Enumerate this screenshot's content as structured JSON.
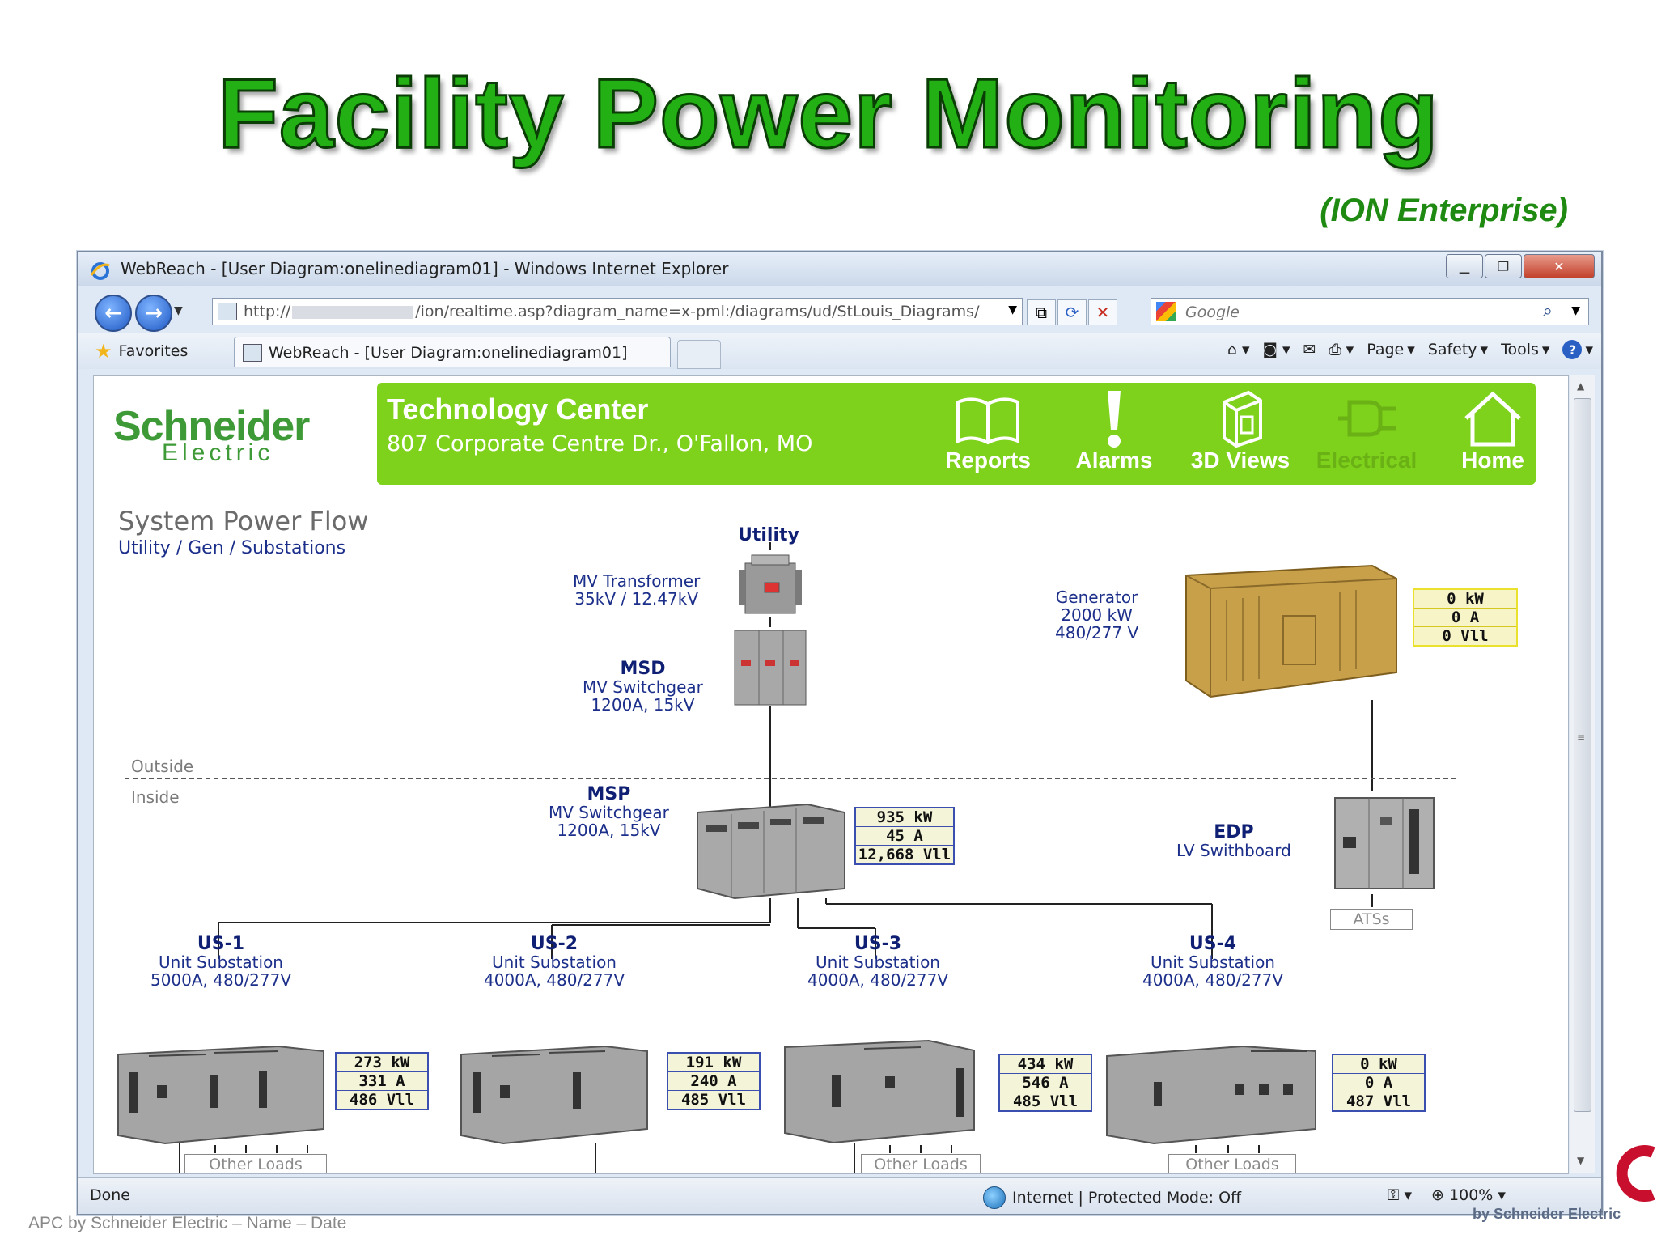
{
  "slide": {
    "title": "Facility Power Monitoring",
    "subtitle": "(ION Enterprise)",
    "footer": "APC by Schneider Electric – Name – Date",
    "brand_footer": "by Schneider Electric"
  },
  "window": {
    "title": "WebReach - [User Diagram:onelinediagram01] - Windows Internet Explorer",
    "address_prefix": "http://",
    "address_suffix": "/ion/realtime.asp?diagram_name=x-pml:/diagrams/ud/StLouis_Diagrams/",
    "search_placeholder": "Google",
    "favorites_label": "Favorites",
    "tab_label": "WebReach - [User Diagram:onelinediagram01]",
    "menu": [
      "Page",
      "Safety",
      "Tools"
    ],
    "status_left": "Done",
    "status_zone": "Internet | Protected Mode: Off",
    "zoom": "100%"
  },
  "page": {
    "logo_top": "Schneider",
    "logo_bottom": "Electric",
    "banner_title": "Technology Center",
    "banner_address": "807 Corporate Centre Dr., O'Fallon, MO",
    "nav": [
      {
        "label": "Reports",
        "icon": "book-icon",
        "active": true
      },
      {
        "label": "Alarms",
        "icon": "exclamation-icon",
        "active": true
      },
      {
        "label": "3D Views",
        "icon": "cube-icon",
        "active": true
      },
      {
        "label": "Electrical",
        "icon": "plug-icon",
        "active": false
      },
      {
        "label": "Home",
        "icon": "home-icon",
        "active": true
      }
    ],
    "section_title": "System Power Flow",
    "section_subtitle": "Utility / Gen / Substations",
    "outside_label": "Outside",
    "inside_label": "Inside",
    "other_loads": "Other Loads",
    "ats_label": "ATSs"
  },
  "diagram": {
    "utility": {
      "name": "Utility"
    },
    "mv_transformer": {
      "name": "MV Transformer",
      "rating": "35kV / 12.47kV"
    },
    "msd": {
      "name": "MSD",
      "type": "MV Switchgear",
      "rating": "1200A, 15kV"
    },
    "generator": {
      "name": "Generator",
      "power": "2000 kW",
      "voltage": "480/277 V",
      "readings": [
        "0 kW",
        "0 A",
        "0 Vll"
      ]
    },
    "msp": {
      "name": "MSP",
      "type": "MV Switchgear",
      "rating": "1200A, 15kV",
      "readings": [
        "935 kW",
        "45 A",
        "12,668 Vll"
      ]
    },
    "edp": {
      "name": "EDP",
      "type": "LV Swithboard"
    },
    "substations": [
      {
        "name": "US-1",
        "type": "Unit Substation",
        "rating": "5000A, 480/277V",
        "readings": [
          "273 kW",
          "331 A",
          "486 Vll"
        ]
      },
      {
        "name": "US-2",
        "type": "Unit Substation",
        "rating": "4000A, 480/277V",
        "readings": [
          "191 kW",
          "240 A",
          "485 Vll"
        ]
      },
      {
        "name": "US-3",
        "type": "Unit Substation",
        "rating": "4000A, 480/277V",
        "readings": [
          "434 kW",
          "546 A",
          "485 Vll"
        ]
      },
      {
        "name": "US-4",
        "type": "Unit Substation",
        "rating": "4000A, 480/277V",
        "readings": [
          "0 kW",
          "0 A",
          "487 Vll"
        ]
      }
    ]
  },
  "colors": {
    "title_green": "#22b014",
    "banner_green": "#7fd21b",
    "label_blue": "#1c2f8a"
  }
}
